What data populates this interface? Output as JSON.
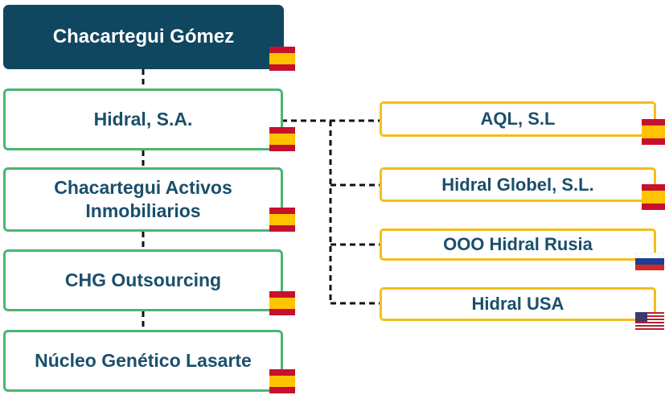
{
  "root": {
    "label": "Chacartegui Gómez",
    "flag": "spain-flag"
  },
  "left_companies": [
    {
      "label": "Hidral, S.A.",
      "flag": "spain-flag"
    },
    {
      "label": "Chacartegui Activos Inmobiliarios",
      "flag": "spain-flag"
    },
    {
      "label": "CHG Outsourcing",
      "flag": "spain-flag"
    },
    {
      "label": "Núcleo Genético Lasarte",
      "flag": "spain-flag"
    }
  ],
  "right_companies": [
    {
      "label": "AQL, S.L",
      "flag": "spain-flag"
    },
    {
      "label": "Hidral Globel, S.L.",
      "flag": "spain-flag"
    },
    {
      "label": "OOO Hidral Rusia",
      "flag": "russia-flag"
    },
    {
      "label": "Hidral USA",
      "flag": "usa-flag"
    }
  ],
  "colors": {
    "root_fill": "#0f4660",
    "text": "#1a4f6b",
    "green_border": "#4cb56f",
    "yellow_border": "#f3bf18",
    "connector": "#111111"
  }
}
